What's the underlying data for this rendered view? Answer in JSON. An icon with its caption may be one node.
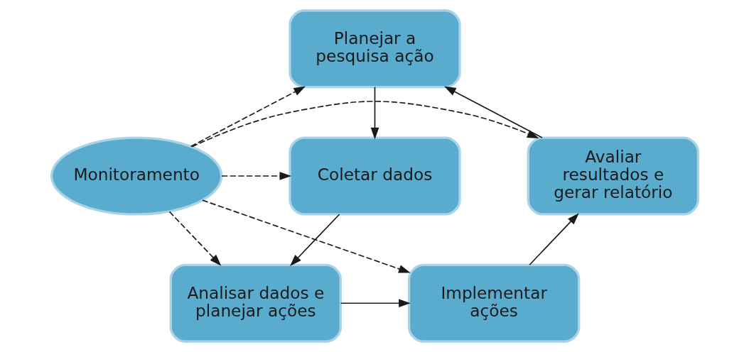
{
  "diagram": {
    "nodes": [
      {
        "text": [
          "Planejar a pesquisa ação"
        ]
      },
      {
        "text": [
          "Avaliar resultados e gerar relatório"
        ]
      },
      {
        "text": [
          "Monitoramento"
        ]
      },
      {
        "text": [
          "Coletar dados"
        ]
      },
      {
        "text": [
          "Implementar ações"
        ]
      },
      {
        "text": [
          "Analisar dados e planejar ações"
        ]
      }
    ],
    "edges": [
      {
        "from": 0,
        "to": 3,
        "arrow": "to"
      },
      {
        "from": 3,
        "to": 5,
        "arrow": "to"
      },
      {
        "from": 5,
        "to": 4,
        "arrow": "to"
      },
      {
        "from": 4,
        "to": 1,
        "arrow": "to"
      },
      {
        "from": 1,
        "to": 0,
        "arrow": "to"
      },
      {
        "from": 2,
        "to": 0,
        "arrow": "to",
        "style": "dashed"
      },
      {
        "from": 2,
        "to": 1,
        "arrow": "to",
        "style": "dashed"
      },
      {
        "from": 2,
        "to": 3,
        "arrow": "to",
        "style": "dashed"
      },
      {
        "from": 2,
        "to": 4,
        "arrow": "to",
        "style": "dashed"
      },
      {
        "from": 2,
        "to": 5,
        "arrow": "to",
        "style": "dashed"
      }
    ]
  }
}
